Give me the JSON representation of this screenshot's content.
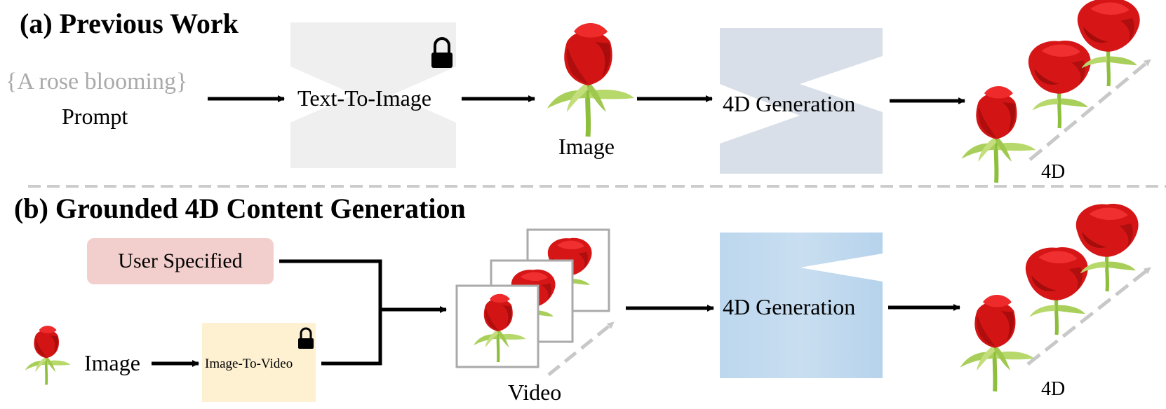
{
  "colors": {
    "frozen_model_gray": "#efefef",
    "generation_model_prev": "#d9dfe8",
    "generation_model_ours": "#b9d6ec",
    "i2v_model": "#fdf1d2",
    "user_box": "#f2cfcc",
    "divider": "#cccccc",
    "rose_red": "#d81818",
    "rose_stem": "#8dbe3c"
  },
  "panel_a": {
    "heading": "(a) Previous Work",
    "prompt_text": "{A rose blooming}",
    "prompt_label": "Prompt",
    "t2i_label": "Text-To-Image",
    "t2i_icon": "lock-icon",
    "image_label": "Image",
    "generation_label": "4D Generation",
    "output_label": "4D"
  },
  "panel_b": {
    "heading": "(b) Grounded 4D Content Generation",
    "user_label": "User Specified",
    "image_label": "Image",
    "i2v_label": "Image-To-Video",
    "i2v_icon": "lock-icon",
    "video_label": "Video",
    "generation_label": "4D Generation",
    "output_label": "4D"
  }
}
